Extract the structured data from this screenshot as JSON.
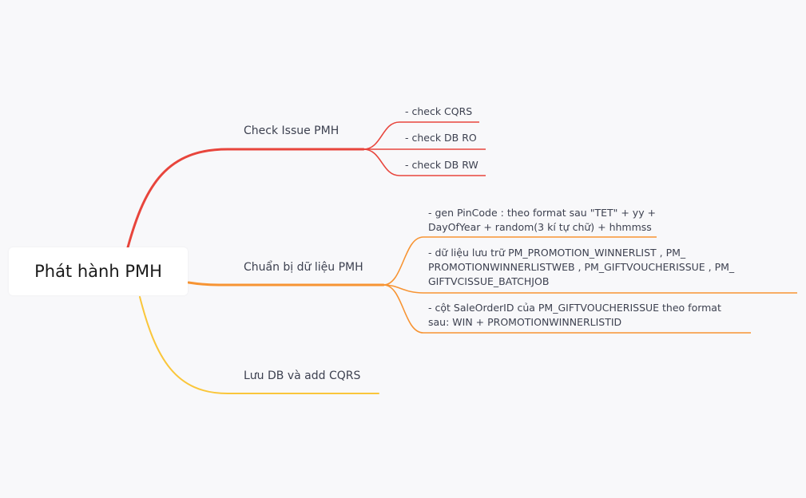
{
  "root": {
    "label": "Phát hành PMH"
  },
  "colors": {
    "red": "#e8453c",
    "orange": "#f79433",
    "yellow": "#fac63a",
    "background": "#f8f8fa"
  },
  "branches": [
    {
      "label": "Check Issue PMH",
      "color": "red",
      "children": [
        {
          "label": "- check CQRS"
        },
        {
          "label": "- check DB RO"
        },
        {
          "label": "- check DB RW"
        }
      ]
    },
    {
      "label": "Chuẩn bị dữ liệu PMH",
      "color": "orange",
      "children": [
        {
          "lines": [
            "- gen PinCode : theo format sau \"TET\" + yy +",
            "DayOfYear + random(3 kí tự chữ) + hhmmss"
          ]
        },
        {
          "lines": [
            "- dữ liệu lưu trữ PM_PROMOTION_WINNERLIST , PM_",
            "PROMOTIONWINNERLISTWEB ,  PM_GIFTVOUCHERISSUE , PM_",
            "GIFTVCISSUE_BATCHJOB"
          ]
        },
        {
          "lines": [
            "- cột SaleOrderID của PM_GIFTVOUCHERISSUE theo format",
            "sau: WIN + PROMOTIONWINNERLISTID"
          ]
        }
      ]
    },
    {
      "label": "Lưu DB và add CQRS",
      "color": "yellow",
      "children": []
    }
  ]
}
